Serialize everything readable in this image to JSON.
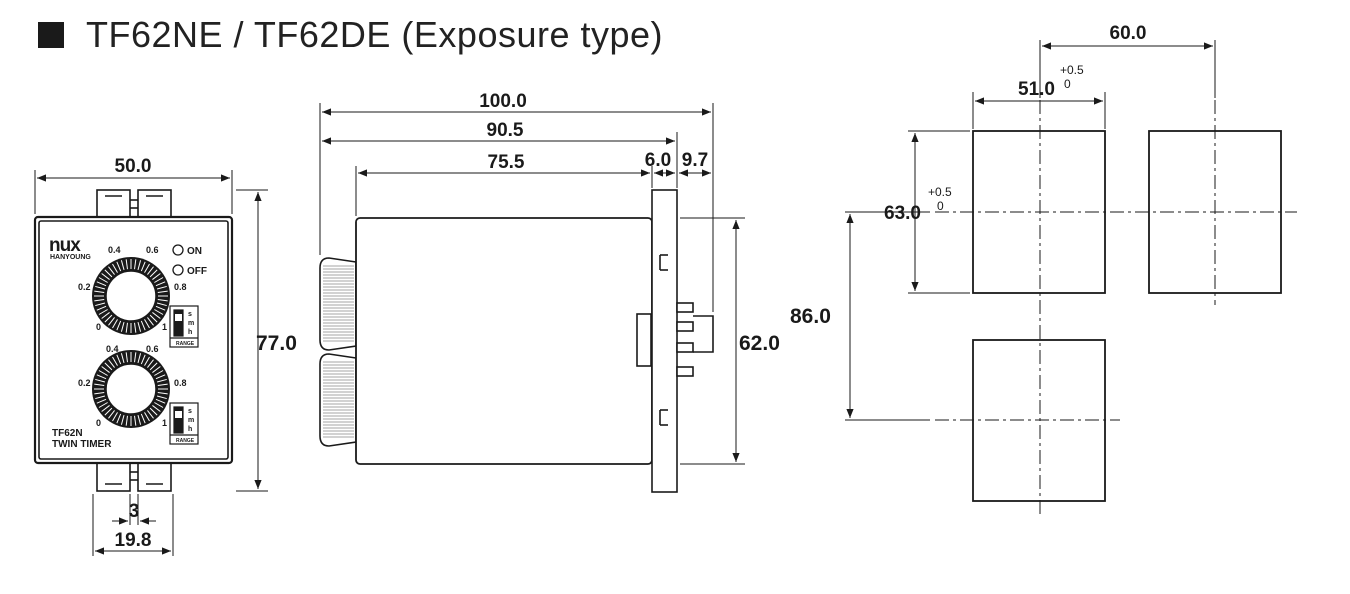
{
  "title": "TF62NE / TF62DE (Exposure type)",
  "front_view": {
    "brand": "nux",
    "brand_sub": "HANYOUNG",
    "model": "TF62N",
    "name": "TWIN TIMER",
    "indicator_on": "ON",
    "indicator_off": "OFF",
    "dial_ticks": {
      "t0": "0",
      "t02": "0.2",
      "t04": "0.4",
      "t06": "0.6",
      "t08": "0.8",
      "t1": "1"
    },
    "range_switch": {
      "s": "s",
      "m": "m",
      "h": "h",
      "label": "RANGE"
    }
  },
  "dimensions": {
    "width": "50.0",
    "height": "77.0",
    "rail_gap": "3",
    "rail_width": "19.8",
    "total_depth": "100.0",
    "body_depth": "90.5",
    "case_depth": "75.5",
    "flange": "6.0",
    "terminal": "9.7",
    "side_height": "62.0"
  },
  "panel_cutout": {
    "pitch_x": "60.0",
    "cut_width": "51.0",
    "cut_width_tol_plus": "+0.5",
    "cut_width_tol_minus": "0",
    "cut_height": "63.0",
    "cut_height_tol_plus": "+0.5",
    "cut_height_tol_minus": "0",
    "pitch_y": "86.0"
  }
}
